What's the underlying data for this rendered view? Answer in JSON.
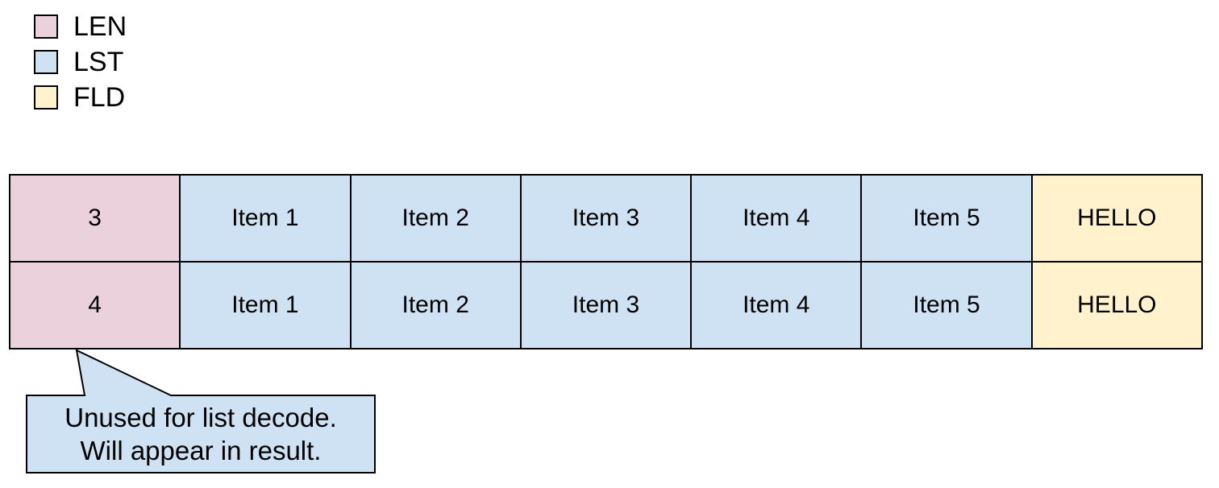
{
  "colors": {
    "len": "#ead1dc",
    "lst": "#cfe2f3",
    "fld": "#fff2cc",
    "border": "#000000",
    "background": "#ffffff"
  },
  "legend": {
    "items": [
      {
        "label": "LEN",
        "color": "#ead1dc"
      },
      {
        "label": "LST",
        "color": "#cfe2f3"
      },
      {
        "label": "FLD",
        "color": "#fff2cc"
      }
    ]
  },
  "table": {
    "rows": [
      {
        "cells": [
          {
            "text": "3",
            "type": "LEN"
          },
          {
            "text": "Item 1",
            "type": "LST"
          },
          {
            "text": "Item 2",
            "type": "LST"
          },
          {
            "text": "Item 3",
            "type": "LST"
          },
          {
            "text": "Item 4",
            "type": "LST"
          },
          {
            "text": "Item 5",
            "type": "LST"
          },
          {
            "text": "HELLO",
            "type": "FLD"
          }
        ]
      },
      {
        "cells": [
          {
            "text": "4",
            "type": "LEN"
          },
          {
            "text": "Item 1",
            "type": "LST"
          },
          {
            "text": "Item 2",
            "type": "LST"
          },
          {
            "text": "Item 3",
            "type": "LST"
          },
          {
            "text": "Item 4",
            "type": "LST"
          },
          {
            "text": "Item 5",
            "type": "LST"
          },
          {
            "text": "HELLO",
            "type": "FLD"
          }
        ]
      }
    ]
  },
  "callout": {
    "line1": "Unused for list decode.",
    "line2": "Will appear in result."
  }
}
